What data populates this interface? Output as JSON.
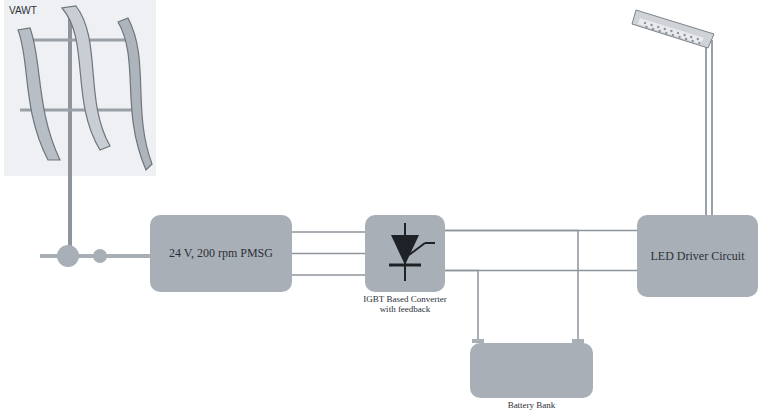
{
  "diagram": {
    "nodes": [
      {
        "text": [
          "24 V, 200 rpm PMSG"
        ]
      },
      {
        "text": [
          "IGBT Based Converter with feedback"
        ]
      },
      {
        "text": [
          "Battery Bank"
        ]
      },
      {
        "text": [
          "LED Driver Circuit"
        ]
      }
    ],
    "edges": [
      {
        "from": 0,
        "to": 1,
        "arrow": "none"
      },
      {
        "from": 0,
        "to": 1,
        "arrow": "none"
      },
      {
        "from": 0,
        "to": 1,
        "arrow": "none"
      },
      {
        "from": 1,
        "to": 3,
        "arrow": "none"
      },
      {
        "from": 1,
        "to": 3,
        "arrow": "none"
      },
      {
        "from": 1,
        "to": 2,
        "arrow": "none"
      },
      {
        "from": 1,
        "to": 2,
        "arrow": "none"
      }
    ],
    "labels": [
      "VAWT"
    ]
  }
}
